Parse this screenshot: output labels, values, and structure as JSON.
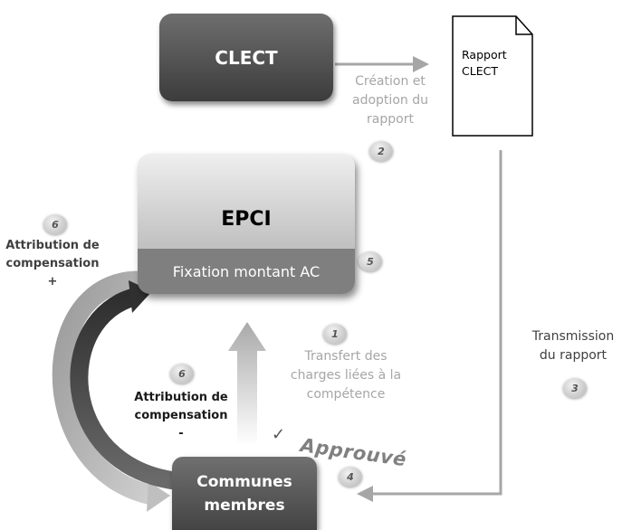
{
  "boxes": {
    "clect": "CLECT",
    "epci": "EPCI",
    "epci_bar": "Fixation montant  AC",
    "communes_line1": "Communes",
    "communes_line2": "membres"
  },
  "rapport": {
    "line1": "Rapport",
    "line2": "CLECT"
  },
  "labels": {
    "creation_line1": "Création et",
    "creation_line2": "adoption du",
    "creation_line3": "rapport",
    "transmission_line1": "Transmission",
    "transmission_line2": "du rapport",
    "transfert_line1": "Transfert des",
    "transfert_line2": "charges liées à la",
    "transfert_line3": "compétence",
    "attrib_plus_line1": "Attribution de",
    "attrib_plus_line2": "compensation",
    "attrib_plus_sign": "+",
    "attrib_minus_line1": "Attribution de",
    "attrib_minus_line2": "compensation",
    "attrib_minus_sign": "-",
    "approuve": "Approuvé",
    "check": "✓"
  },
  "steps": {
    "n1": "1",
    "n2": "2",
    "n3": "3",
    "n4": "4",
    "n5": "5",
    "n6a": "6",
    "n6b": "6"
  },
  "colors": {
    "dark_box": "#4a4a4a",
    "light_box": "#d0d0d0",
    "arrow_grey": "#a6a6a6",
    "arrow_dark": "#3a3a3a",
    "text_grey": "#a6a6a6"
  }
}
